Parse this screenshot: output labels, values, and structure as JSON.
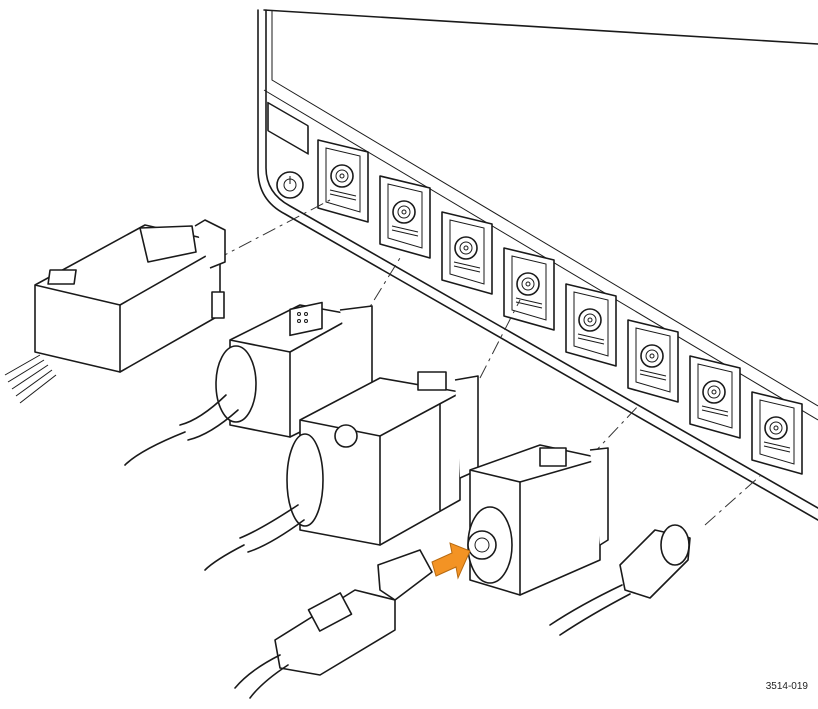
{
  "figure": {
    "id_label": "3514-019",
    "arrow_color": "#f39324",
    "line_color": "#1a1a1a",
    "background": "#ffffff"
  },
  "instrument": {
    "channel_count": 8,
    "power_icon": "power-icon"
  },
  "probes": [
    "logic-probe-pod",
    "small-active-probe",
    "large-active-probe",
    "bnc-adapter-with-passive-probe",
    "bnc-passive-probe-connector"
  ]
}
